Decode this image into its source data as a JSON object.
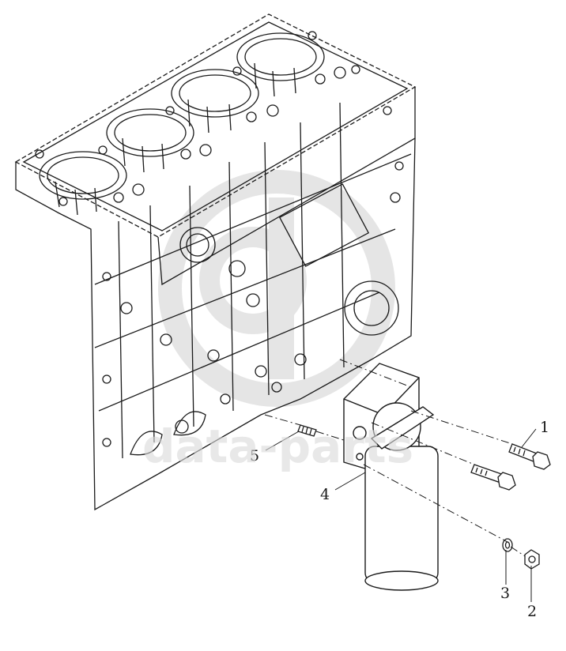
{
  "callouts": [
    {
      "id": "callout-1",
      "text": "1"
    },
    {
      "id": "callout-2",
      "text": "2"
    },
    {
      "id": "callout-3",
      "text": "3"
    },
    {
      "id": "callout-4",
      "text": "4"
    },
    {
      "id": "callout-5",
      "text": "5"
    }
  ],
  "watermark": {
    "text": "data-parts"
  },
  "colors": {
    "line": "#1a1a1a",
    "watermark": "#d6d6d6",
    "background": "#ffffff"
  }
}
